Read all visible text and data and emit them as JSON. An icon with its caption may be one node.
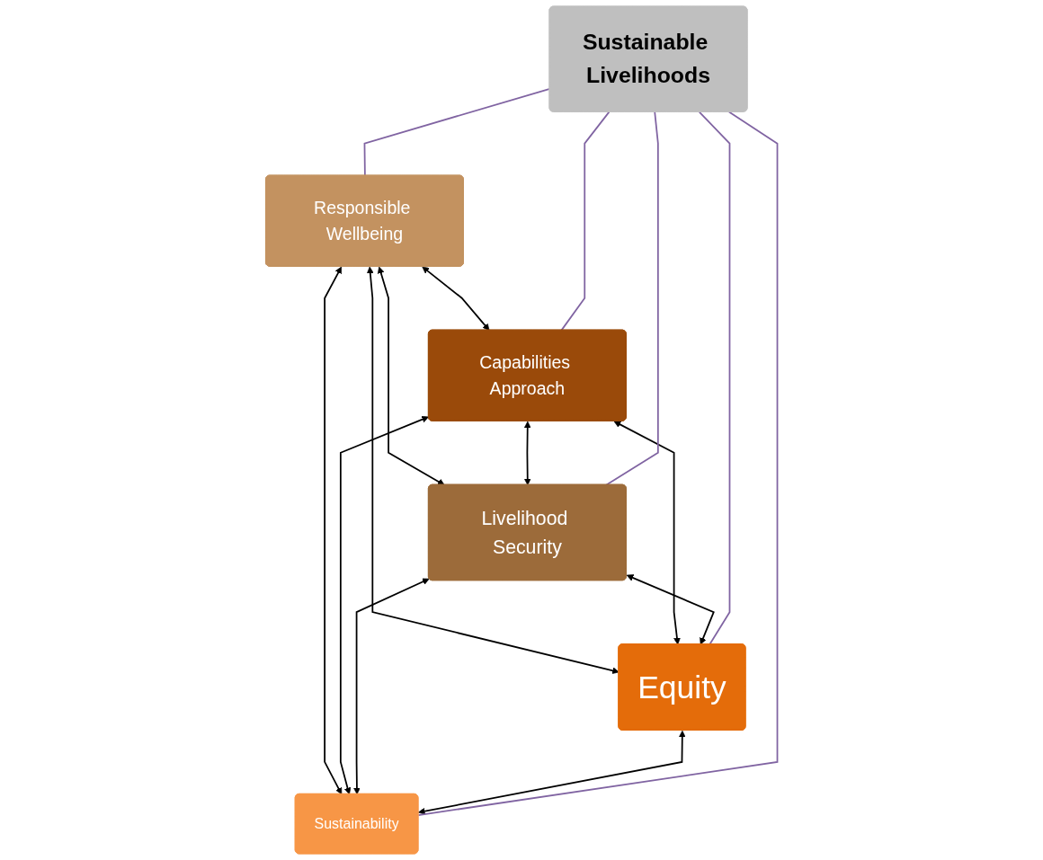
{
  "diagram": {
    "nodes": [
      {
        "text": [
          "Responsible Wellbeing"
        ]
      },
      {
        "text": [
          "Capabilities Approach"
        ]
      },
      {
        "text": [
          "Livelihood Security"
        ]
      },
      {
        "text": [
          "Sustainable Livelihoods"
        ]
      },
      {
        "text": [
          "Equity"
        ]
      },
      {
        "text": [
          "Sustainability"
        ]
      }
    ],
    "edges": [
      {
        "from": 0,
        "to": 1,
        "arrow": "both"
      },
      {
        "from": 0,
        "to": 2,
        "arrow": "both"
      },
      {
        "from": 1,
        "to": 2,
        "arrow": "both"
      },
      {
        "from": 0,
        "to": 4,
        "arrow": "both"
      },
      {
        "from": 0,
        "to": 5,
        "arrow": "both"
      },
      {
        "from": 1,
        "to": 4,
        "arrow": "both"
      },
      {
        "from": 1,
        "to": 5,
        "arrow": "both"
      },
      {
        "from": 2,
        "to": 4,
        "arrow": "both"
      },
      {
        "from": 2,
        "to": 5,
        "arrow": "both"
      },
      {
        "from": 4,
        "to": 5,
        "arrow": "both"
      },
      {
        "from": 3,
        "to": 0,
        "arrow": "none",
        "color": "#8064a2"
      },
      {
        "from": 3,
        "to": 1,
        "arrow": "none",
        "color": "#8064a2"
      },
      {
        "from": 3,
        "to": 2,
        "arrow": "none",
        "color": "#8064a2"
      },
      {
        "from": 3,
        "to": 4,
        "arrow": "none",
        "color": "#8064a2"
      },
      {
        "from": 3,
        "to": 5,
        "arrow": "none",
        "color": "#8064a2"
      }
    ]
  }
}
